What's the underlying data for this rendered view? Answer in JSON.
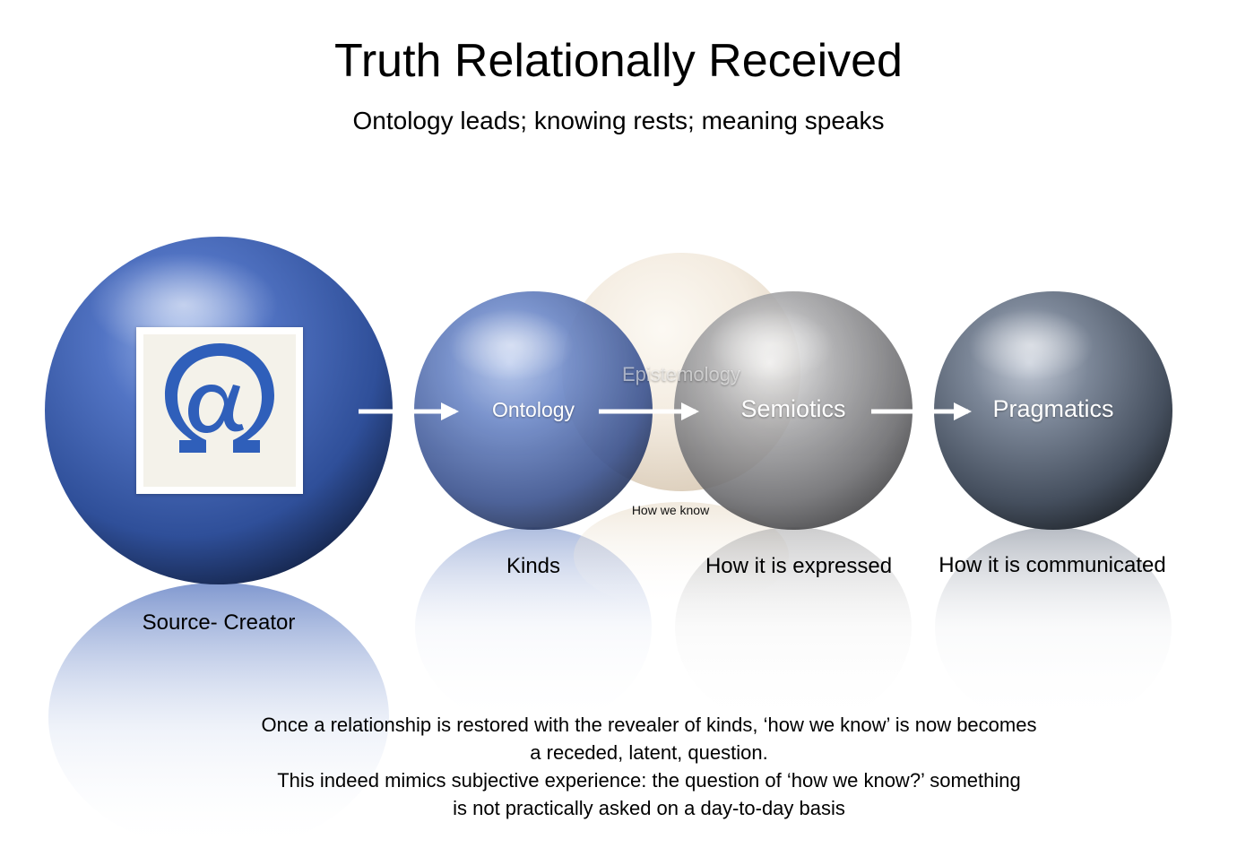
{
  "title": "Truth Relationally Received",
  "subtitle": "Ontology leads; knowing rests; meaning speaks",
  "logo": {
    "icon": "omega-alpha-icon",
    "color": "#2f5fba",
    "background": "#f4f2ea"
  },
  "spheres": [
    {
      "id": "source",
      "caption": "Source- Creator",
      "color": "#3b5ea8"
    },
    {
      "id": "ontology",
      "label": "Ontology",
      "caption": "Kinds",
      "color": "#5474b4"
    },
    {
      "id": "epistemology",
      "label": "Epistemology",
      "caption": "How we know",
      "color": "#e8dccb"
    },
    {
      "id": "semiotics",
      "label": "Semiotics",
      "caption": "How it is expressed",
      "color": "#8d8d8f"
    },
    {
      "id": "pragmatics",
      "label": "Pragmatics",
      "caption": "How it is communicated",
      "color": "#5c6675"
    }
  ],
  "arrows": [
    "source-to-ontology",
    "ontology-to-semiotics",
    "semiotics-to-pragmatics"
  ],
  "description": [
    "Once a relationship is restored with the revealer of kinds, ‘how we know’ is now becomes",
    "a receded, latent, question.",
    "This indeed mimics subjective experience: the question of ‘how we know?’ something",
    "is not practically asked on a day-to-day basis"
  ]
}
